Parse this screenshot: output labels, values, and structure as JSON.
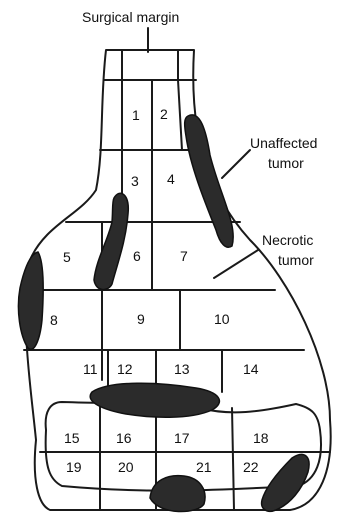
{
  "labels": {
    "surgical_margin": "Surgical margin",
    "unaffected_tumor_line1": "Unaffected",
    "unaffected_tumor_line2": "tumor",
    "necrotic_tumor_line1": "Necrotic",
    "necrotic_tumor_line2": "tumor"
  },
  "section_numbers": [
    "1",
    "2",
    "3",
    "4",
    "5",
    "6",
    "7",
    "8",
    "9",
    "10",
    "11",
    "12",
    "13",
    "14",
    "15",
    "16",
    "17",
    "18",
    "19",
    "20",
    "21",
    "22"
  ],
  "colors": {
    "ink": "#1a1a1a",
    "tumor": "#2b2b2b",
    "background": "#ffffff"
  }
}
